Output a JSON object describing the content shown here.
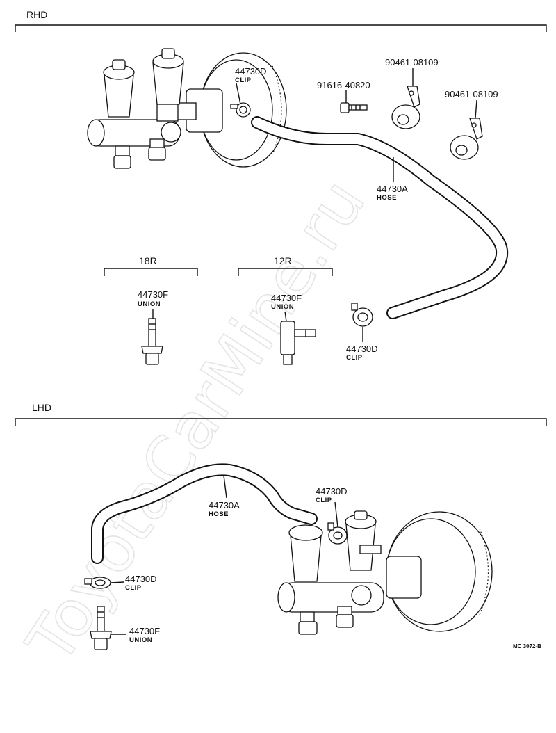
{
  "watermark": "ToyotaCarMine.ru",
  "sections": {
    "rhd": "RHD",
    "lhd": "LHD",
    "engine_18r": "18R",
    "engine_12r": "12R"
  },
  "callouts": {
    "rhd_clip_top": {
      "part": "44730D",
      "desc": "CLIP"
    },
    "rhd_bolt": {
      "part": "91616-40820"
    },
    "rhd_clamp_1": {
      "part": "90461-08109"
    },
    "rhd_clamp_2": {
      "part": "90461-08109"
    },
    "rhd_hose": {
      "part": "44730A",
      "desc": "HOSE"
    },
    "union_18r": {
      "part": "44730F",
      "desc": "UNION"
    },
    "union_12r": {
      "part": "44730F",
      "desc": "UNION"
    },
    "rhd_clip_lower": {
      "part": "44730D",
      "desc": "CLIP"
    },
    "lhd_hose": {
      "part": "44730A",
      "desc": "HOSE"
    },
    "lhd_clip_top": {
      "part": "44730D",
      "desc": "CLIP"
    },
    "lhd_clip_lower": {
      "part": "44730D",
      "desc": "CLIP"
    },
    "lhd_union": {
      "part": "44730F",
      "desc": "UNION"
    }
  },
  "diagram_code": "MC 3072-B"
}
